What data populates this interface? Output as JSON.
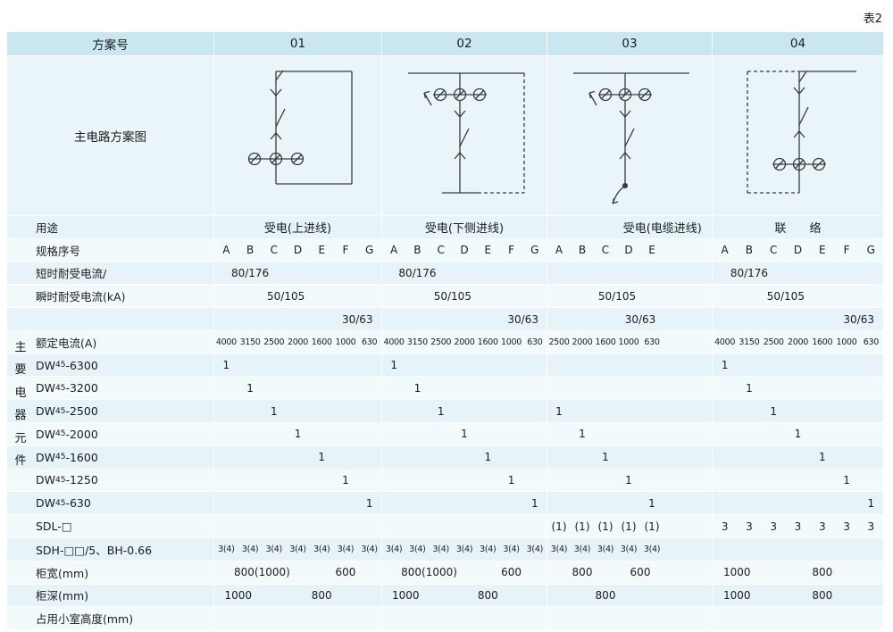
{
  "page": {
    "tag": "表2"
  },
  "header": {
    "label": "方案号",
    "schemes": [
      "01",
      "02",
      "03",
      "04"
    ]
  },
  "diagrams": {
    "label": "主电路方案图"
  },
  "left_strip": [
    "主",
    "要",
    "电",
    "器",
    "元",
    "件"
  ],
  "grid": {
    "rows": [
      {
        "id": "usage",
        "cls": "usage",
        "type": "spans",
        "label": "用途",
        "s1": [
          {
            "t": "受电(上进线)",
            "span": 7
          }
        ],
        "s2": [
          {
            "t": "受电(下侧进线)",
            "span": 7
          }
        ],
        "s3": [
          {
            "t": "受电(电缆进线)",
            "span": 7
          }
        ],
        "s4": [
          {
            "t": "联　　络",
            "span": 7
          }
        ]
      },
      {
        "id": "spec-serial",
        "type": "cells",
        "label": "规格序号",
        "s1": [
          "A",
          "B",
          "C",
          "D",
          "E",
          "F",
          "G"
        ],
        "s2": [
          "A",
          "B",
          "C",
          "D",
          "E",
          "F",
          "G"
        ],
        "s3": [
          "A",
          "B",
          "C",
          "D",
          "E"
        ],
        "s4": [
          "A",
          "B",
          "C",
          "D",
          "E",
          "F",
          "G"
        ]
      },
      {
        "id": "withstand-80",
        "type": "spans",
        "label": "短时耐受电流/",
        "s1": [
          {
            "t": "80/176",
            "span": 3
          }
        ],
        "s2": [
          {
            "t": "80/176",
            "span": 3
          }
        ],
        "s3": [],
        "s4": [
          {
            "t": "80/176",
            "span": 3
          }
        ]
      },
      {
        "id": "withstand-50",
        "type": "spans",
        "label": "瞬时耐受电流(kA)",
        "s1": [
          {
            "t": "",
            "span": 1
          },
          {
            "t": "50/105",
            "span": 4
          }
        ],
        "s2": [
          {
            "t": "",
            "span": 1
          },
          {
            "t": "50/105",
            "span": 4
          }
        ],
        "s3": [
          {
            "t": "",
            "span": 1
          },
          {
            "t": "50/105",
            "span": 4
          }
        ],
        "s4": [
          {
            "t": "",
            "span": 1
          },
          {
            "t": "50/105",
            "span": 4
          }
        ]
      },
      {
        "id": "withstand-30",
        "type": "spans",
        "label": "",
        "s1": [
          {
            "t": "",
            "span": 5
          },
          {
            "t": "30/63",
            "span": 2
          }
        ],
        "s2": [
          {
            "t": "",
            "span": 5
          },
          {
            "t": "30/63",
            "span": 2
          }
        ],
        "s3": [
          {
            "t": "",
            "span": 3
          },
          {
            "t": "30/63",
            "span": 2
          }
        ],
        "s4": [
          {
            "t": "",
            "span": 5
          },
          {
            "t": "30/63",
            "span": 2
          }
        ]
      },
      {
        "id": "rated-current",
        "cls": "tiny",
        "type": "cells",
        "label": "额定电流(A)",
        "s1": [
          "4000",
          "3150",
          "2500",
          "2000",
          "1600",
          "1000",
          "630"
        ],
        "s2": [
          "4000",
          "3150",
          "2500",
          "2000",
          "1600",
          "1000",
          "630"
        ],
        "s3": [
          "2500",
          "2000",
          "1600",
          "1000",
          "630"
        ],
        "s4": [
          "4000",
          "3150",
          "2500",
          "2000",
          "1600",
          "1000",
          "630"
        ]
      },
      {
        "id": "dw45-6300",
        "type": "cells",
        "label": {
          "pre": "DW",
          "sub": "45",
          "post": "-6300"
        },
        "s1": [
          "1",
          "",
          "",
          "",
          "",
          "",
          ""
        ],
        "s2": [
          "1",
          "",
          "",
          "",
          "",
          "",
          ""
        ],
        "s3": [
          "",
          "",
          "",
          "",
          ""
        ],
        "s4": [
          "1",
          "",
          "",
          "",
          "",
          "",
          ""
        ]
      },
      {
        "id": "dw45-3200",
        "type": "cells",
        "label": {
          "pre": "DW",
          "sub": "45",
          "post": "-3200"
        },
        "s1": [
          "",
          "1",
          "",
          "",
          "",
          "",
          ""
        ],
        "s2": [
          "",
          "1",
          "",
          "",
          "",
          "",
          ""
        ],
        "s3": [
          "",
          "",
          "",
          "",
          ""
        ],
        "s4": [
          "",
          "1",
          "",
          "",
          "",
          "",
          ""
        ]
      },
      {
        "id": "dw45-2500",
        "type": "cells",
        "label": {
          "pre": "DW",
          "sub": "45",
          "post": "-2500"
        },
        "s1": [
          "",
          "",
          "1",
          "",
          "",
          "",
          ""
        ],
        "s2": [
          "",
          "",
          "1",
          "",
          "",
          "",
          ""
        ],
        "s3": [
          "1",
          "",
          "",
          "",
          ""
        ],
        "s4": [
          "",
          "",
          "1",
          "",
          "",
          "",
          ""
        ]
      },
      {
        "id": "dw45-2000",
        "type": "cells",
        "label": {
          "pre": "DW",
          "sub": "45",
          "post": "-2000"
        },
        "s1": [
          "",
          "",
          "",
          "1",
          "",
          "",
          ""
        ],
        "s2": [
          "",
          "",
          "",
          "1",
          "",
          "",
          ""
        ],
        "s3": [
          "",
          "1",
          "",
          "",
          ""
        ],
        "s4": [
          "",
          "",
          "",
          "1",
          "",
          "",
          ""
        ]
      },
      {
        "id": "dw45-1600",
        "type": "cells",
        "label": {
          "pre": "DW",
          "sub": "45",
          "post": "-1600"
        },
        "s1": [
          "",
          "",
          "",
          "",
          "1",
          "",
          ""
        ],
        "s2": [
          "",
          "",
          "",
          "",
          "1",
          "",
          ""
        ],
        "s3": [
          "",
          "",
          "1",
          "",
          ""
        ],
        "s4": [
          "",
          "",
          "",
          "",
          "1",
          "",
          ""
        ]
      },
      {
        "id": "dw45-1250",
        "type": "cells",
        "label": {
          "pre": "DW",
          "sub": "45",
          "post": "-1250"
        },
        "s1": [
          "",
          "",
          "",
          "",
          "",
          "1",
          ""
        ],
        "s2": [
          "",
          "",
          "",
          "",
          "",
          "1",
          ""
        ],
        "s3": [
          "",
          "",
          "",
          "1",
          ""
        ],
        "s4": [
          "",
          "",
          "",
          "",
          "",
          "1",
          ""
        ]
      },
      {
        "id": "dw45-630",
        "type": "cells",
        "label": {
          "pre": "DW",
          "sub": "45",
          "post": "-630"
        },
        "s1": [
          "",
          "",
          "",
          "",
          "",
          "",
          "1"
        ],
        "s2": [
          "",
          "",
          "",
          "",
          "",
          "",
          "1"
        ],
        "s3": [
          "",
          "",
          "",
          "",
          "1"
        ],
        "s4": [
          "",
          "",
          "",
          "",
          "",
          "",
          "1"
        ]
      },
      {
        "id": "sdl",
        "type": "cells",
        "label": "SDL-□",
        "s1": [
          "",
          "",
          "",
          "",
          "",
          "",
          ""
        ],
        "s2": [
          "",
          "",
          "",
          "",
          "",
          "",
          ""
        ],
        "s3": [
          "(1)",
          "(1)",
          "(1)",
          "(1)",
          "(1)"
        ],
        "s4": [
          "3",
          "3",
          "3",
          "3",
          "3",
          "3",
          "3"
        ]
      },
      {
        "id": "sdh",
        "cls": "tiny",
        "type": "cells",
        "label": "SDH-□□/5、BH-0.66",
        "s1": [
          "3(4)",
          "3(4)",
          "3(4)",
          "3(4)",
          "3(4)",
          "3(4)",
          "3(4)"
        ],
        "s2": [
          "3(4)",
          "3(4)",
          "3(4)",
          "3(4)",
          "3(4)",
          "3(4)",
          "3(4)"
        ],
        "s3": [
          "3(4)",
          "3(4)",
          "3(4)",
          "3(4)",
          "3(4)"
        ],
        "s4": [
          "",
          "",
          "",
          "",
          "",
          "",
          ""
        ]
      },
      {
        "id": "cab-width",
        "type": "spans",
        "label": "柜宽(mm)",
        "s1": [
          {
            "t": "800(1000)",
            "span": 4
          },
          {
            "t": "600",
            "span": 3
          }
        ],
        "s2": [
          {
            "t": "800(1000)",
            "span": 4
          },
          {
            "t": "600",
            "span": 3
          }
        ],
        "s3": [
          {
            "t": "800",
            "span": 3
          },
          {
            "t": "600",
            "span": 2
          }
        ],
        "s4": [
          {
            "t": "1000",
            "span": 2
          },
          {
            "t": "800",
            "span": 5
          }
        ]
      },
      {
        "id": "cab-depth",
        "type": "spans",
        "label": "柜深(mm)",
        "s1": [
          {
            "t": "1000",
            "span": 2
          },
          {
            "t": "800",
            "span": 5
          }
        ],
        "s2": [
          {
            "t": "1000",
            "span": 2
          },
          {
            "t": "800",
            "span": 5
          }
        ],
        "s3": [
          {
            "t": "800",
            "span": 5
          }
        ],
        "s4": [
          {
            "t": "1000",
            "span": 2
          },
          {
            "t": "800",
            "span": 5
          }
        ]
      },
      {
        "id": "room-height",
        "type": "spans",
        "label": "占用小室高度(mm)",
        "s1": [],
        "s2": [],
        "s3": [],
        "s4": []
      }
    ]
  }
}
